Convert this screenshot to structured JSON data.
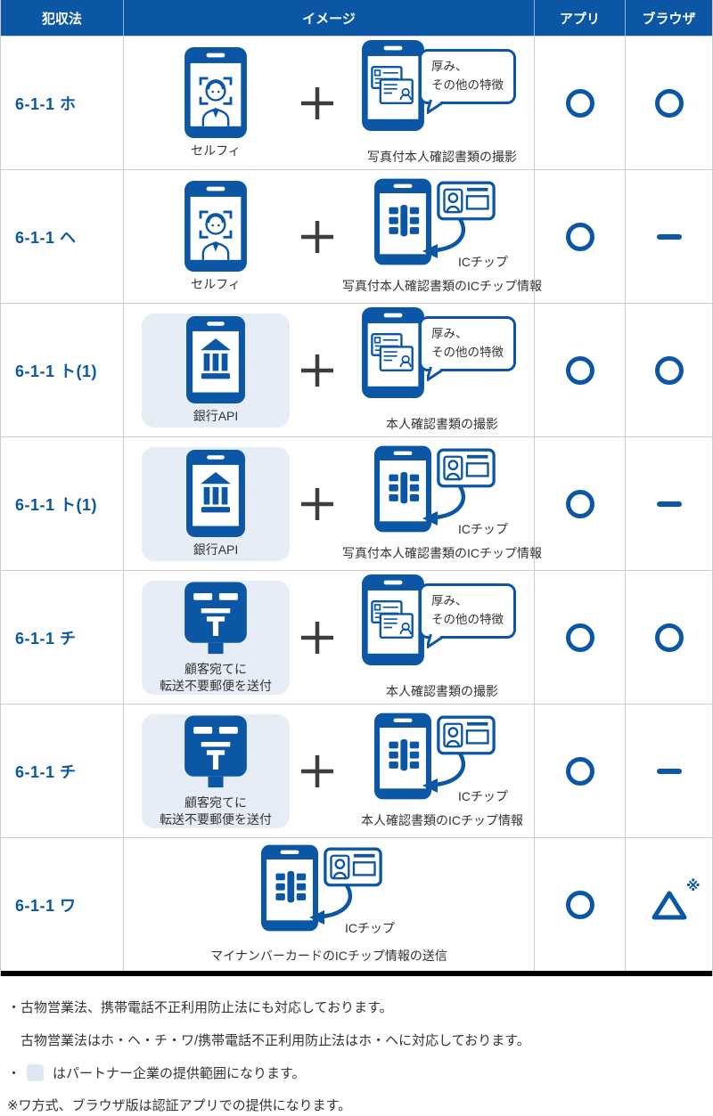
{
  "colors": {
    "blue": "#0b57a5",
    "light_blue": "#e6edf6",
    "border_gray": "#cccccc",
    "text_dark": "#333333",
    "plus_gray": "#3d3d3d",
    "bottom_bar": "#000000"
  },
  "table": {
    "headers": {
      "law": "犯収法",
      "image": "イメージ",
      "app": "アプリ",
      "browser": "ブラウザ"
    },
    "rows": [
      {
        "law": "6-1-1 ホ",
        "left": {
          "icon": "selfie-phone",
          "boxed": false,
          "captions": [
            "セルフィ"
          ]
        },
        "right": {
          "type": "doc",
          "icon": "doc-capture-phone",
          "bubble": [
            "厚み、",
            "その他の特徴"
          ],
          "caption": "写真付本人確認書類の撮影"
        },
        "app": "circle",
        "browser": "circle"
      },
      {
        "law": "6-1-1 ヘ",
        "left": {
          "icon": "selfie-phone",
          "boxed": false,
          "captions": [
            "セルフィ"
          ]
        },
        "right": {
          "type": "chip",
          "icon": "ic-chip-phone",
          "chip_label": "ICチップ",
          "caption": "写真付本人確認書類のICチップ情報"
        },
        "app": "circle",
        "browser": "dash"
      },
      {
        "law": "6-1-1 ト(1)",
        "left": {
          "icon": "bank-phone",
          "boxed": true,
          "captions": [
            "銀行API"
          ]
        },
        "right": {
          "type": "doc",
          "icon": "doc-capture-phone",
          "bubble": [
            "厚み、",
            "その他の特徴"
          ],
          "caption": "本人確認書類の撮影"
        },
        "app": "circle",
        "browser": "circle"
      },
      {
        "law": "6-1-1 ト(1)",
        "left": {
          "icon": "bank-phone",
          "boxed": true,
          "captions": [
            "銀行API"
          ]
        },
        "right": {
          "type": "chip",
          "icon": "ic-chip-phone",
          "chip_label": "ICチップ",
          "caption": "写真付本人確認書類のICチップ情報"
        },
        "app": "circle",
        "browser": "dash"
      },
      {
        "law": "6-1-1 チ",
        "left": {
          "icon": "postbox",
          "boxed": true,
          "captions": [
            "顧客宛てに",
            "転送不要郵便を送付"
          ]
        },
        "right": {
          "type": "doc",
          "icon": "doc-capture-phone",
          "bubble": [
            "厚み、",
            "その他の特徴"
          ],
          "caption": "本人確認書類の撮影"
        },
        "app": "circle",
        "browser": "circle"
      },
      {
        "law": "6-1-1 チ",
        "left": {
          "icon": "postbox",
          "boxed": true,
          "captions": [
            "顧客宛てに",
            "転送不要郵便を送付"
          ]
        },
        "right": {
          "type": "chip",
          "icon": "ic-chip-phone",
          "chip_label": "ICチップ",
          "caption": "本人確認書類のICチップ情報"
        },
        "app": "circle",
        "browser": "dash"
      },
      {
        "law": "6-1-1 ワ",
        "single": {
          "type": "chip",
          "icon": "ic-chip-phone",
          "chip_label": "ICチップ",
          "caption": "マイナンバーカードのICチップ情報の送信"
        },
        "app": "circle",
        "browser": "triangle",
        "browser_note": "※"
      }
    ]
  },
  "notes": [
    {
      "bullet": "・",
      "text": "古物営業法、携帯電話不正利用防止法にも対応しております。"
    },
    {
      "bullet": "",
      "indent": true,
      "text": "古物営業法はホ・ヘ・チ・ワ/携帯電話不正利用防止法はホ・ヘに対応しております。"
    },
    {
      "bullet": "・",
      "swatch": true,
      "text": "はパートナー企業の提供範囲になります。"
    },
    {
      "bullet": "※",
      "text": "ワ方式、ブラウザ版は認証アプリでの提供になります。"
    }
  ]
}
